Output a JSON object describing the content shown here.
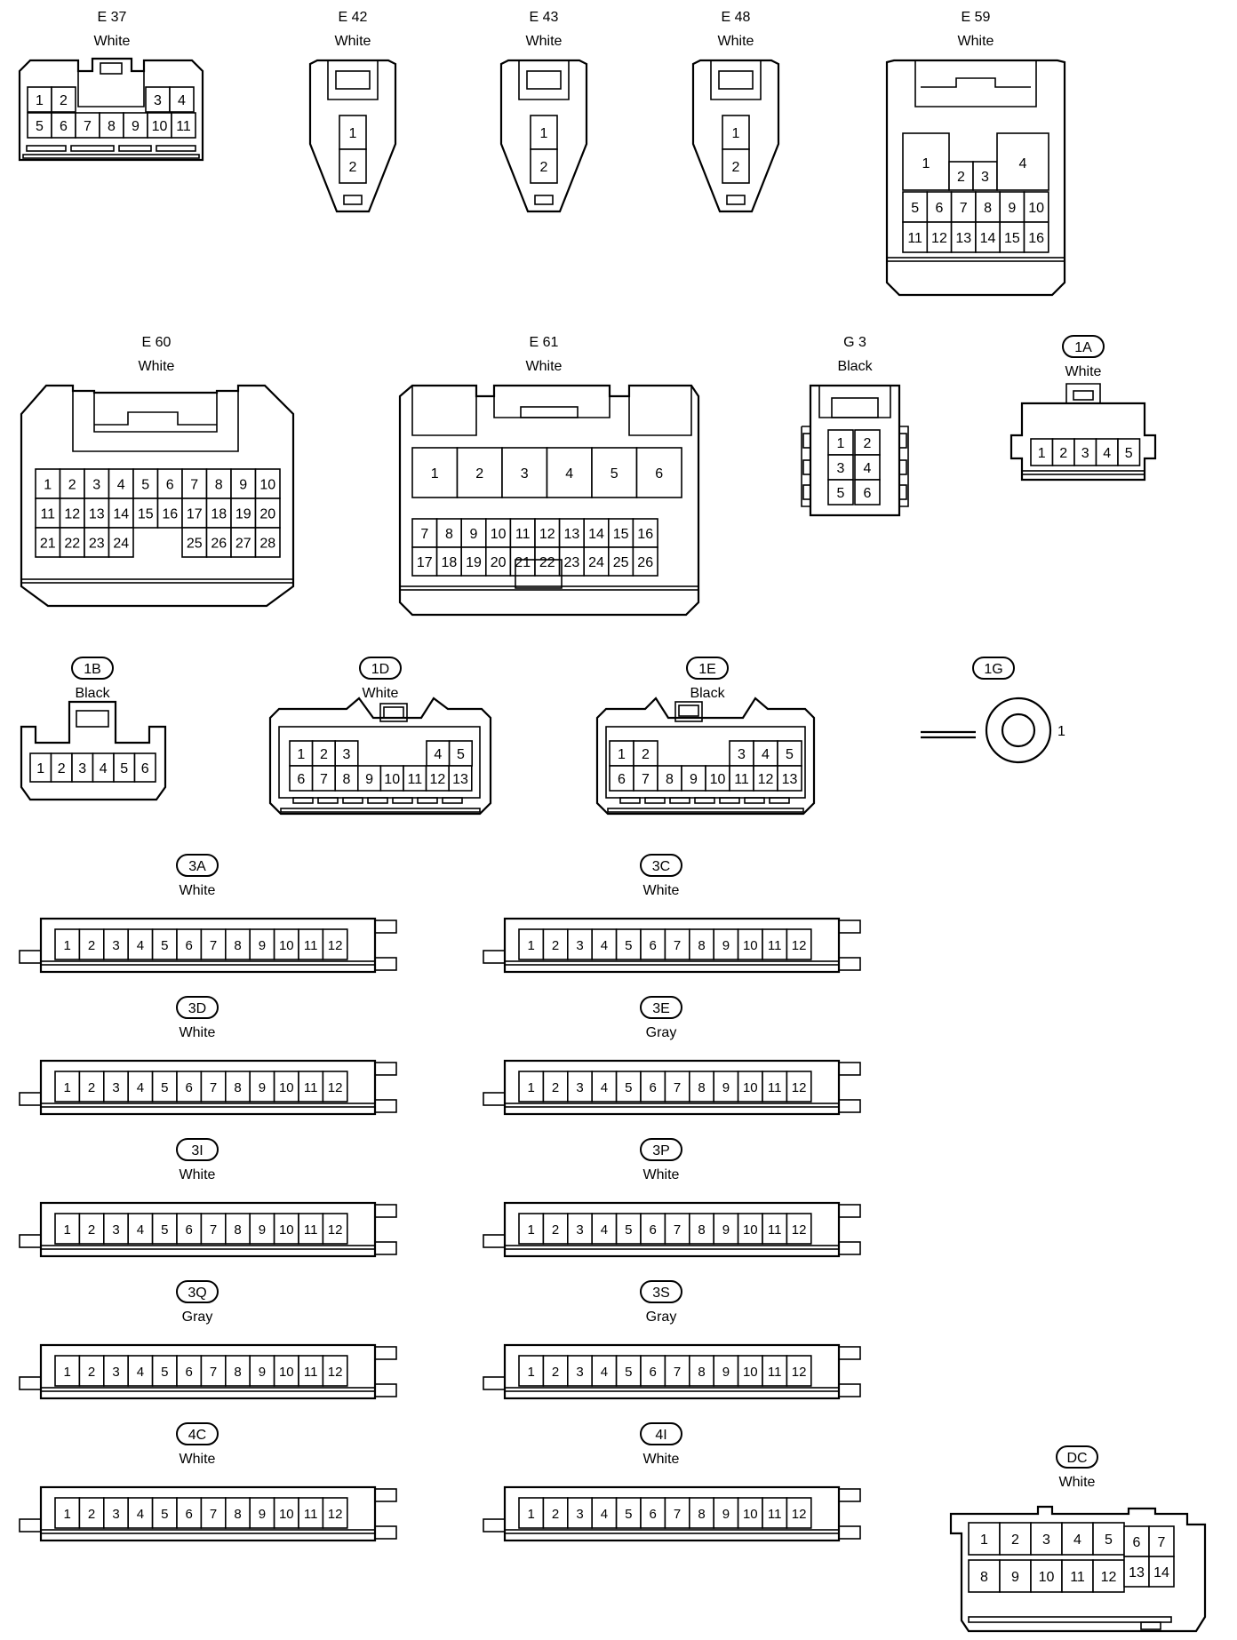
{
  "connectors": [
    {
      "id": "E 37",
      "color": "White",
      "pins": [
        "1",
        "2",
        "3",
        "4",
        "5",
        "6",
        "7",
        "8",
        "9",
        "10",
        "11"
      ]
    },
    {
      "id": "E 42",
      "color": "White",
      "pins": [
        "1",
        "2"
      ]
    },
    {
      "id": "E 43",
      "color": "White",
      "pins": [
        "1",
        "2"
      ]
    },
    {
      "id": "E 48",
      "color": "White",
      "pins": [
        "1",
        "2"
      ]
    },
    {
      "id": "E 59",
      "color": "White",
      "pins": [
        "1",
        "2",
        "3",
        "4",
        "5",
        "6",
        "7",
        "8",
        "9",
        "10",
        "11",
        "12",
        "13",
        "14",
        "15",
        "16"
      ]
    },
    {
      "id": "E 60",
      "color": "White",
      "pins": [
        "1",
        "2",
        "3",
        "4",
        "5",
        "6",
        "7",
        "8",
        "9",
        "10",
        "11",
        "12",
        "13",
        "14",
        "15",
        "16",
        "17",
        "18",
        "19",
        "20",
        "21",
        "22",
        "23",
        "24",
        "25",
        "26",
        "27",
        "28"
      ]
    },
    {
      "id": "E 61",
      "color": "White",
      "pins": [
        "1",
        "2",
        "3",
        "4",
        "5",
        "6",
        "7",
        "8",
        "9",
        "10",
        "11",
        "12",
        "13",
        "14",
        "15",
        "16",
        "17",
        "18",
        "19",
        "20",
        "21",
        "22",
        "23",
        "24",
        "25",
        "26"
      ]
    },
    {
      "id": "G 3",
      "color": "Black",
      "pins": [
        "1",
        "2",
        "3",
        "4",
        "5",
        "6"
      ]
    },
    {
      "id": "1A",
      "color": "White",
      "pins": [
        "1",
        "2",
        "3",
        "4",
        "5"
      ]
    },
    {
      "id": "1B",
      "color": "Black",
      "pins": [
        "1",
        "2",
        "3",
        "4",
        "5",
        "6"
      ]
    },
    {
      "id": "1D",
      "color": "White",
      "pins": [
        "1",
        "2",
        "3",
        "4",
        "5",
        "6",
        "7",
        "8",
        "9",
        "10",
        "11",
        "12",
        "13"
      ]
    },
    {
      "id": "1E",
      "color": "Black",
      "pins": [
        "1",
        "2",
        "3",
        "4",
        "5",
        "6",
        "7",
        "8",
        "9",
        "10",
        "11",
        "12",
        "13"
      ]
    },
    {
      "id": "1G",
      "color": "",
      "pins": [
        "1"
      ]
    },
    {
      "id": "3A",
      "color": "White",
      "pins": [
        "1",
        "2",
        "3",
        "4",
        "5",
        "6",
        "7",
        "8",
        "9",
        "10",
        "11",
        "12"
      ]
    },
    {
      "id": "3C",
      "color": "White",
      "pins": [
        "1",
        "2",
        "3",
        "4",
        "5",
        "6",
        "7",
        "8",
        "9",
        "10",
        "11",
        "12"
      ]
    },
    {
      "id": "3D",
      "color": "White",
      "pins": [
        "1",
        "2",
        "3",
        "4",
        "5",
        "6",
        "7",
        "8",
        "9",
        "10",
        "11",
        "12"
      ]
    },
    {
      "id": "3E",
      "color": "Gray",
      "pins": [
        "1",
        "2",
        "3",
        "4",
        "5",
        "6",
        "7",
        "8",
        "9",
        "10",
        "11",
        "12"
      ]
    },
    {
      "id": "3I",
      "color": "White",
      "pins": [
        "1",
        "2",
        "3",
        "4",
        "5",
        "6",
        "7",
        "8",
        "9",
        "10",
        "11",
        "12"
      ]
    },
    {
      "id": "3P",
      "color": "White",
      "pins": [
        "1",
        "2",
        "3",
        "4",
        "5",
        "6",
        "7",
        "8",
        "9",
        "10",
        "11",
        "12"
      ]
    },
    {
      "id": "3Q",
      "color": "Gray",
      "pins": [
        "1",
        "2",
        "3",
        "4",
        "5",
        "6",
        "7",
        "8",
        "9",
        "10",
        "11",
        "12"
      ]
    },
    {
      "id": "3S",
      "color": "Gray",
      "pins": [
        "1",
        "2",
        "3",
        "4",
        "5",
        "6",
        "7",
        "8",
        "9",
        "10",
        "11",
        "12"
      ]
    },
    {
      "id": "4C",
      "color": "White",
      "pins": [
        "1",
        "2",
        "3",
        "4",
        "5",
        "6",
        "7",
        "8",
        "9",
        "10",
        "11",
        "12"
      ]
    },
    {
      "id": "4I",
      "color": "White",
      "pins": [
        "1",
        "2",
        "3",
        "4",
        "5",
        "6",
        "7",
        "8",
        "9",
        "10",
        "11",
        "12"
      ]
    },
    {
      "id": "DC",
      "color": "White",
      "pins": [
        "1",
        "2",
        "3",
        "4",
        "5",
        "6",
        "7",
        "8",
        "9",
        "10",
        "11",
        "12",
        "13",
        "14"
      ]
    }
  ]
}
